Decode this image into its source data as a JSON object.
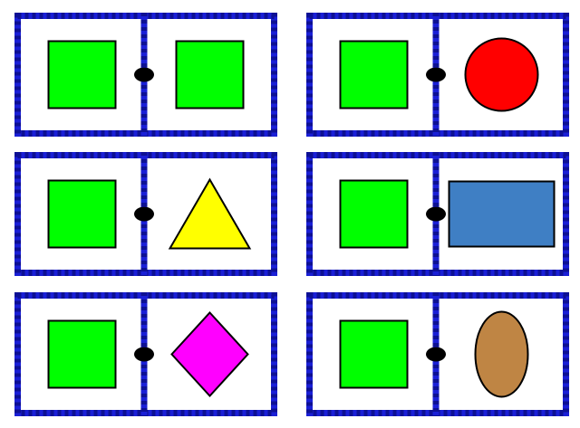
{
  "colors": {
    "border": "#1a1fd6",
    "border_dash": "#0d1094",
    "card_bg": "#ffffff",
    "outline": "#000000",
    "dot": "#000000"
  },
  "dominoes": [
    {
      "left": {
        "shape": "square",
        "color": "#00ff00"
      },
      "right": {
        "shape": "square",
        "color": "#00ff00"
      }
    },
    {
      "left": {
        "shape": "square",
        "color": "#00ff00"
      },
      "right": {
        "shape": "circle",
        "color": "#ff0000"
      }
    },
    {
      "left": {
        "shape": "square",
        "color": "#00ff00"
      },
      "right": {
        "shape": "triangle",
        "color": "#ffff00"
      }
    },
    {
      "left": {
        "shape": "square",
        "color": "#00ff00"
      },
      "right": {
        "shape": "rectangle",
        "color": "#3f7fc4"
      }
    },
    {
      "left": {
        "shape": "square",
        "color": "#00ff00"
      },
      "right": {
        "shape": "diamond",
        "color": "#ff00ff"
      }
    },
    {
      "left": {
        "shape": "square",
        "color": "#00ff00"
      },
      "right": {
        "shape": "oval",
        "color": "#bf8544"
      }
    }
  ]
}
